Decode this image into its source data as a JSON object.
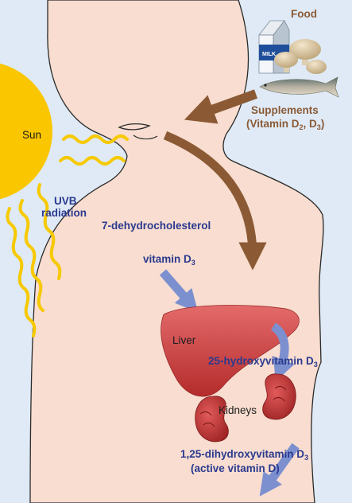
{
  "labels": {
    "food": "Food",
    "supplements_line1": "Supplements",
    "supplements_line2_prefix": "(Vitamin D",
    "supplements_sub1": "2",
    "supplements_mid": ", D",
    "supplements_sub2": "3",
    "supplements_suffix": ")",
    "milk_carton": "MILK",
    "sun": "Sun",
    "uvb_line1": "UVB",
    "uvb_line2": "radiation",
    "dehydrocholesterol": "7-dehydrocholesterol",
    "vitamin_d3_prefix": "vitamin D",
    "vitamin_d3_sub": "3",
    "liver": "Liver",
    "hydroxy25_prefix": "25-hydroxyvitamin D",
    "hydroxy25_sub": "3",
    "kidneys": "Kidneys",
    "dihydroxy_prefix": "1,25-dihydroxyvitamin D",
    "dihydroxy_sub": "3",
    "active": "(active vitamin D)"
  },
  "colors": {
    "background": "#dfeaf6",
    "skin": "#f8ddd0",
    "outline": "#2a2a2a",
    "sun": "#f9c600",
    "uv_rays": "#f6c900",
    "brown_arrow": "#8b5a34",
    "blue_arrow": "#7c90cf",
    "blue_text": "#2b3a8f",
    "brown_text": "#8a5a36",
    "liver": "#cf4040",
    "kidney": "#c23a3a"
  },
  "icons": [
    "milk-carton-icon",
    "mushrooms-icon",
    "fish-icon",
    "sun-icon",
    "liver-icon",
    "kidneys-icon"
  ]
}
